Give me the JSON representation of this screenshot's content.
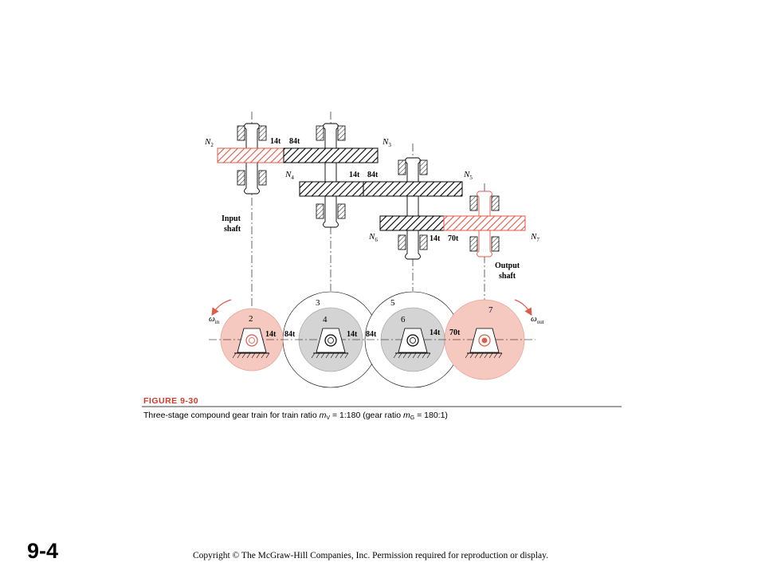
{
  "slide_number": "9-4",
  "copyright": "Copyright © The McGraw-Hill Companies, Inc. Permission required for reproduction or display.",
  "colors": {
    "accent_red": "#e05a4a",
    "gear_pink": "#f6c9c0",
    "gear_gray": "#d4d4d4",
    "caption_red": "#d13a2a"
  },
  "figure": {
    "title": "FIGURE 9-30",
    "caption": {
      "prefix": "Three-stage compound gear train for  train ratio ",
      "mv_sym": "m",
      "mv_sub": "V",
      "mv_val": " = 1:180  (gear ratio ",
      "mg_sym": "m",
      "mg_sub": "G",
      "mg_val": " = 180:1)"
    },
    "side_view": {
      "gear_labels": [
        {
          "sym": "N",
          "sub": "2"
        },
        {
          "sym": "N",
          "sub": "3"
        },
        {
          "sym": "N",
          "sub": "4"
        },
        {
          "sym": "N",
          "sub": "5"
        },
        {
          "sym": "N",
          "sub": "6"
        },
        {
          "sym": "N",
          "sub": "7"
        }
      ],
      "teeth": [
        "14t",
        "84t",
        "14t",
        "84t",
        "14t",
        "70t"
      ],
      "input_shaft": [
        "Input",
        "shaft"
      ],
      "output_shaft": [
        "Output",
        "shaft"
      ]
    },
    "front_view": {
      "gear_numbers": [
        "2",
        "3",
        "4",
        "5",
        "6",
        "7"
      ],
      "teeth": [
        "14t",
        "84t",
        "14t",
        "84t",
        "14t",
        "70t"
      ],
      "omega_in": {
        "sym": "ω",
        "sub": "in"
      },
      "omega_out": {
        "sym": "ω",
        "sub": "out"
      }
    }
  }
}
